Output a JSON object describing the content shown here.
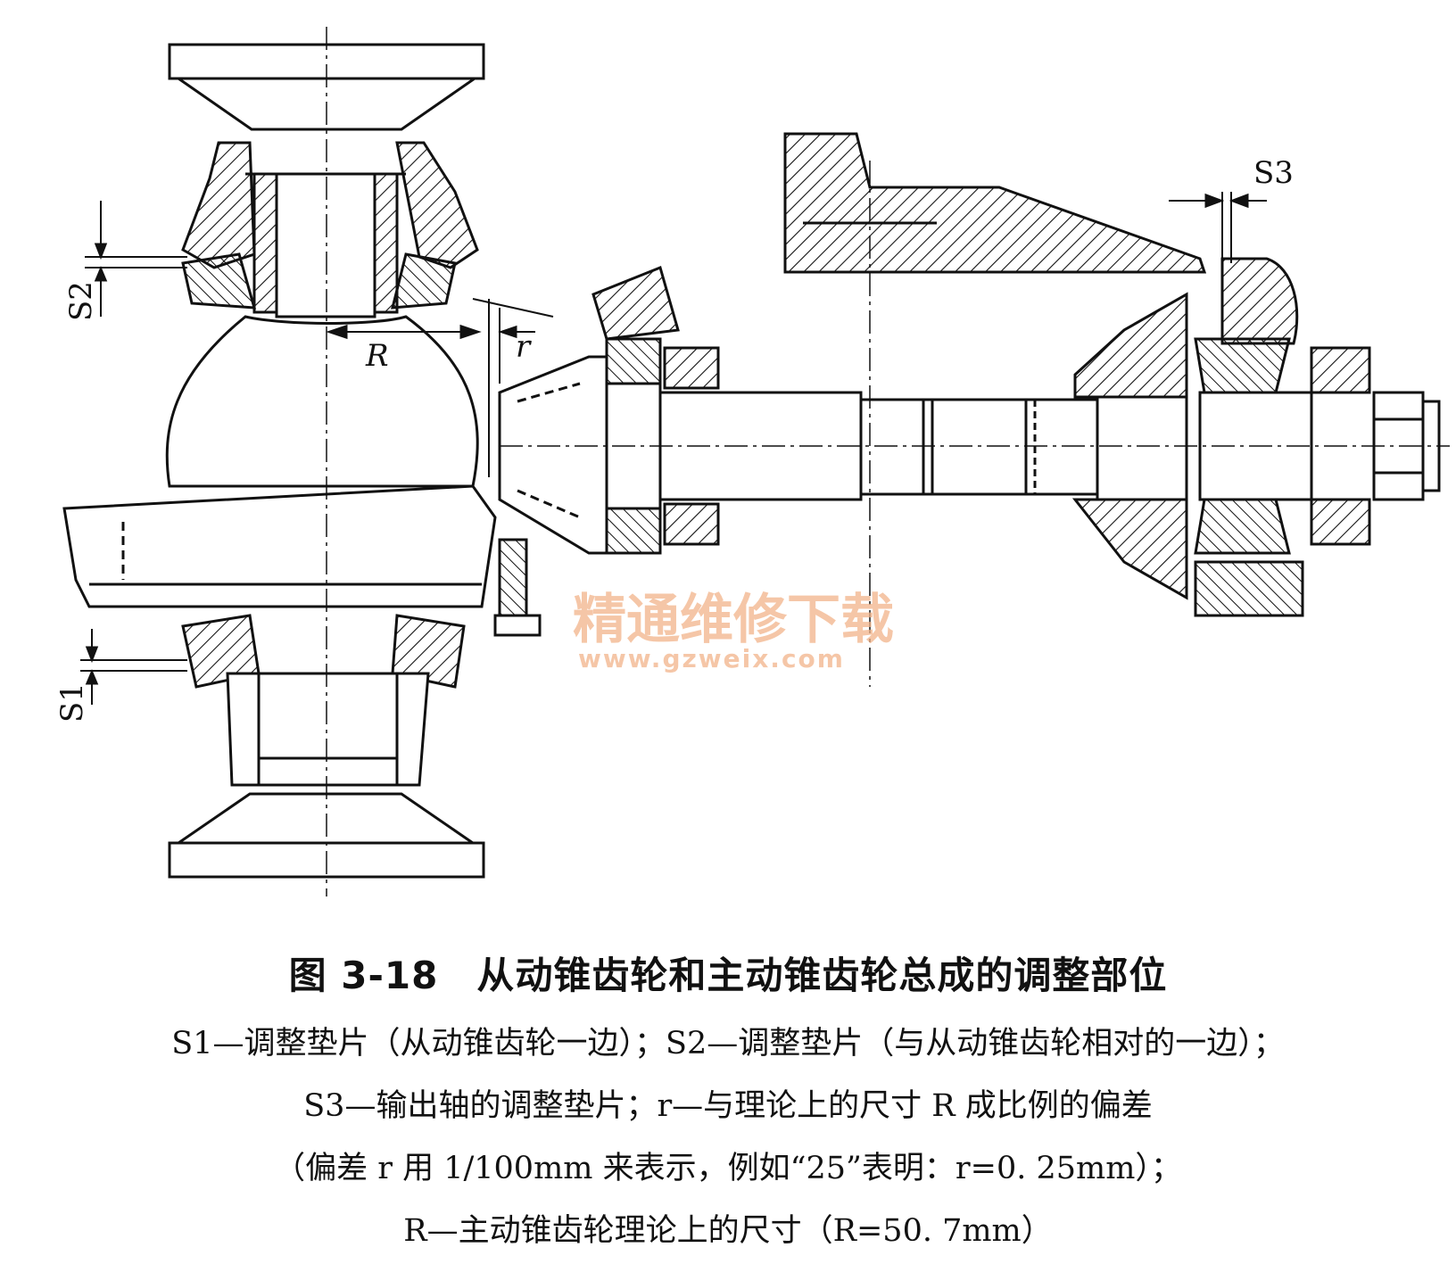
{
  "figure": {
    "labels": {
      "s1": "S1",
      "s2": "S2",
      "s3": "S3",
      "R": "R",
      "r": "r"
    },
    "watermark": {
      "cn": "精通维修下载",
      "url": "www.gzweix.com"
    }
  },
  "caption": {
    "title": "图 3-18　从动锥齿轮和主动锥齿轮总成的调整部位",
    "lines": [
      "S1—调整垫片（从动锥齿轮一边）；S2—调整垫片（与从动锥齿轮相对的一边）；",
      "S3—输出轴的调整垫片；r—与理论上的尺寸 R 成比例的偏差",
      "（偏差 r 用 1/100mm 来表示，例如“25”表明：r=0. 25mm）；",
      "R—主动锥齿轮理论上的尺寸（R=50. 7mm）"
    ]
  },
  "colors": {
    "ink": "#111111",
    "watermark": "#f2b48a"
  }
}
